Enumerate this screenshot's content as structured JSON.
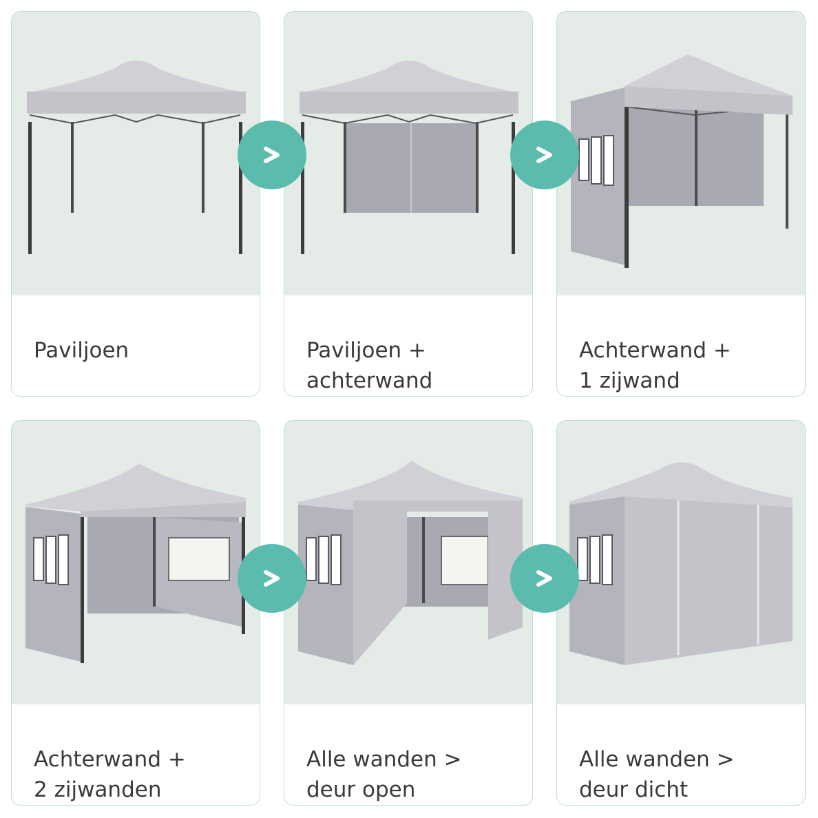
{
  "cards": [
    {
      "line1": "Paviljoen",
      "line2": ""
    },
    {
      "line1": "Paviljoen +",
      "line2": "achterwand"
    },
    {
      "line1": "Achterwand +",
      "line2": "1 zijwand"
    },
    {
      "line1": "Achterwand +",
      "line2": "2 zijwanden"
    },
    {
      "line1": "Alle wanden >",
      "line2": "deur open"
    },
    {
      "line1": "Alle wanden >",
      "line2": "deur dicht"
    }
  ],
  "icons": {
    "next_step": "chevron-right-icon",
    "product": "tent-illustration"
  },
  "colors": {
    "accent": "#5bbcad",
    "card_border": "#b9ddd5",
    "image_bg": "#e5ebe7",
    "tent_fabric": "#c3c3c9",
    "frame": "#3c3c3c",
    "text": "#3a3a3a"
  }
}
